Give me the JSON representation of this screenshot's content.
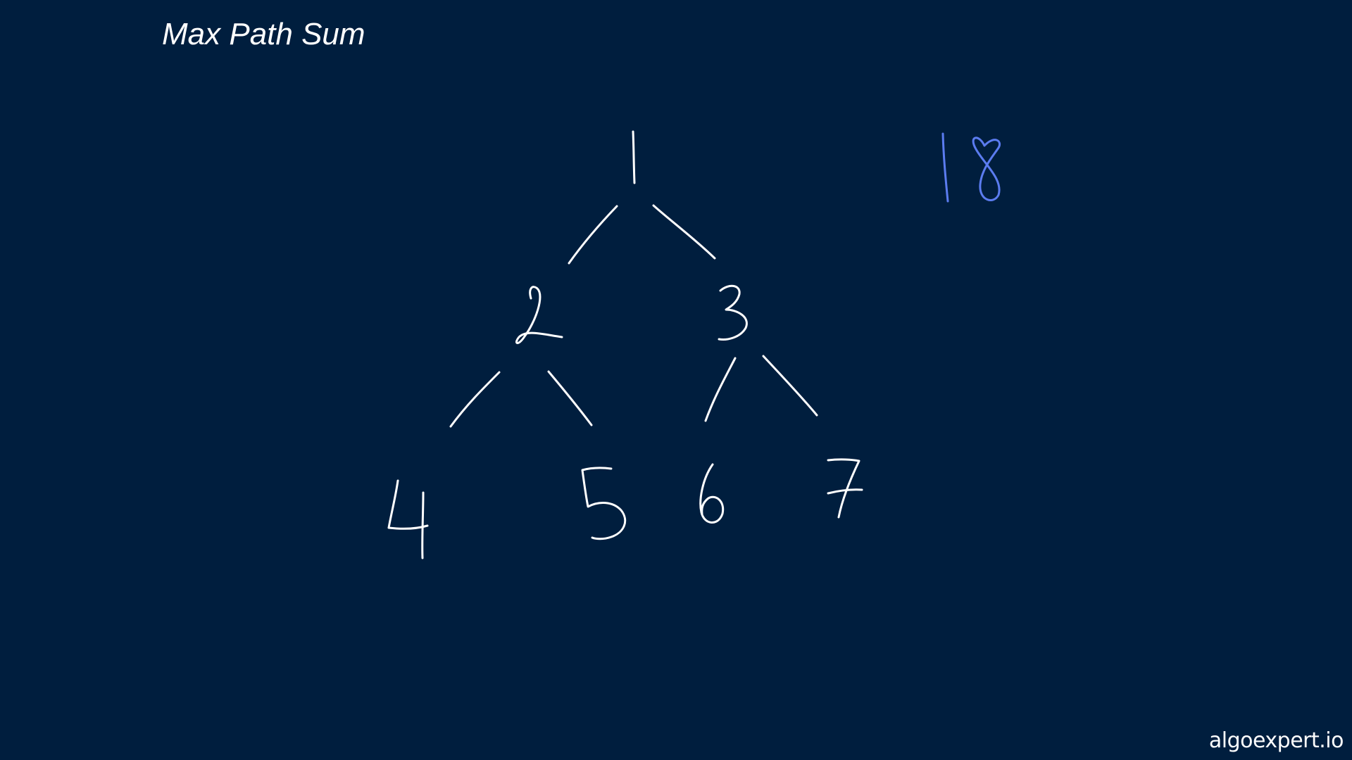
{
  "title": "Max Path Sum",
  "watermark": "algoexpert.io",
  "colors": {
    "background": "#001e3e",
    "ink": "#ffffff",
    "answer_ink": "#5b7cf0"
  },
  "tree": {
    "nodes": [
      {
        "id": "n1",
        "value": "1"
      },
      {
        "id": "n2",
        "value": "2"
      },
      {
        "id": "n3",
        "value": "3"
      },
      {
        "id": "n4",
        "value": "4"
      },
      {
        "id": "n5",
        "value": "5"
      },
      {
        "id": "n6",
        "value": "6"
      },
      {
        "id": "n7",
        "value": "7"
      }
    ],
    "edges": [
      {
        "from": "n1",
        "to": "n2"
      },
      {
        "from": "n1",
        "to": "n3"
      },
      {
        "from": "n2",
        "to": "n4"
      },
      {
        "from": "n2",
        "to": "n5"
      },
      {
        "from": "n3",
        "to": "n6"
      },
      {
        "from": "n3",
        "to": "n7"
      }
    ]
  },
  "answer": "18"
}
